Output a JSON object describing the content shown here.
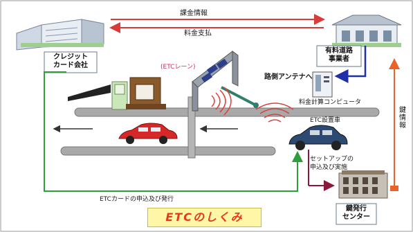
{
  "labels": {
    "billing_info": "課金情報",
    "toll_payment": "料金支払",
    "credit_company": "クレジット\nカード会社",
    "toll_operator": "有料道路\n事業者",
    "etc_lane": "(ETCレーン)",
    "to_roadside_antenna": "路側アンテナへ",
    "toll_computer": "料金計算コンピュータ",
    "etc_vehicle": "ETC設置車",
    "setup_apply": "セットアップの\n申込及び実施",
    "card_apply": "ETCカードの申込及び発行",
    "key_info": "鍵情報",
    "key_center": "鍵発行\nセンター",
    "title": "ETCのしくみ"
  },
  "colors": {
    "red_line": "#d93b3b",
    "green_line": "#2e9e3a",
    "blue_line": "#1f2fa8",
    "maroon_line": "#8b1a3a",
    "orange_line": "#e8622a",
    "title_bg": "#fff6a8",
    "title_text": "#e23a1a"
  }
}
